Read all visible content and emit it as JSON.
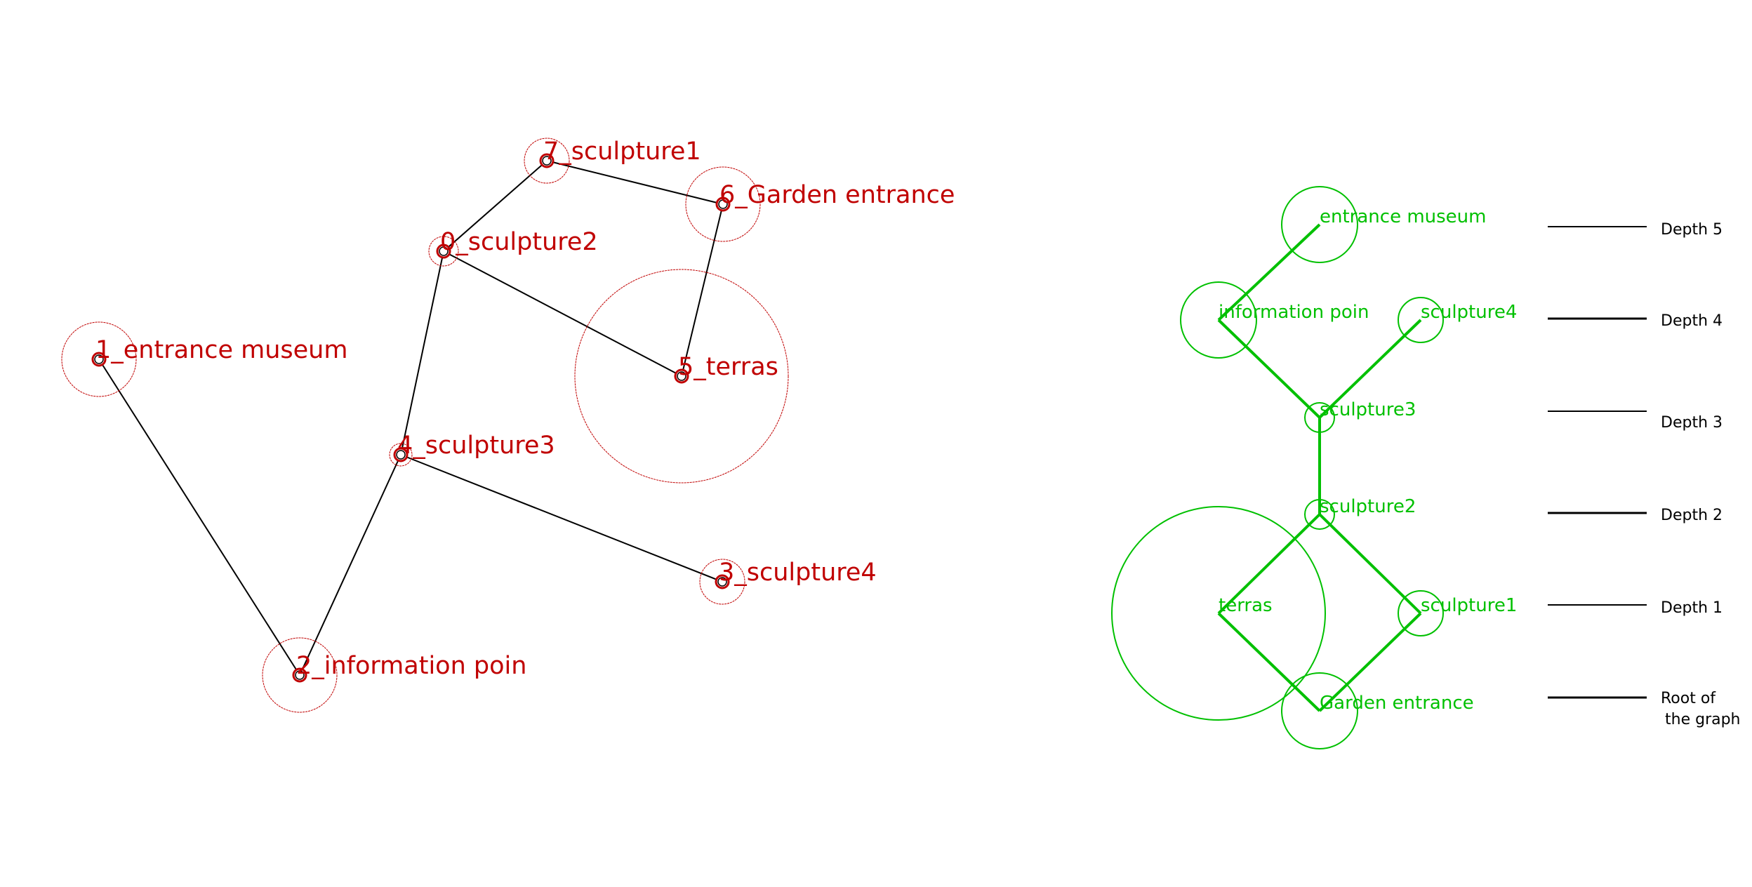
{
  "colors": {
    "spatial": "#c00000",
    "tree": "#00c000",
    "edge": "#000000"
  },
  "spatial_graph": {
    "nodes": [
      {
        "id": 0,
        "label": "0_sculpture2"
      },
      {
        "id": 1,
        "label": "1_entrance museum"
      },
      {
        "id": 2,
        "label": "2_information poin"
      },
      {
        "id": 3,
        "label": "3_sculpture4"
      },
      {
        "id": 4,
        "label": "4_sculpture3"
      },
      {
        "id": 5,
        "label": "5_terras"
      },
      {
        "id": 6,
        "label": "6_Garden entrance"
      },
      {
        "id": 7,
        "label": "7_sculpture1"
      }
    ],
    "edges": [
      [
        1,
        2
      ],
      [
        2,
        4
      ],
      [
        4,
        0
      ],
      [
        4,
        3
      ],
      [
        0,
        7
      ],
      [
        7,
        6
      ],
      [
        6,
        5
      ],
      [
        0,
        5
      ]
    ]
  },
  "tree_graph": {
    "nodes": [
      {
        "id": "ge",
        "label": "Garden entrance",
        "depth": 0
      },
      {
        "id": "terras",
        "label": "terras",
        "depth": 1
      },
      {
        "id": "s1",
        "label": "sculpture1",
        "depth": 1
      },
      {
        "id": "s2",
        "label": "sculpture2",
        "depth": 2
      },
      {
        "id": "s3",
        "label": "sculpture3",
        "depth": 3
      },
      {
        "id": "info",
        "label": "information poin",
        "depth": 4
      },
      {
        "id": "s4",
        "label": "sculpture4",
        "depth": 4
      },
      {
        "id": "em",
        "label": "entrance museum",
        "depth": 5
      }
    ],
    "edges": [
      [
        "ge",
        "terras"
      ],
      [
        "ge",
        "s1"
      ],
      [
        "terras",
        "s2"
      ],
      [
        "s1",
        "s2"
      ],
      [
        "s2",
        "s3"
      ],
      [
        "s3",
        "info"
      ],
      [
        "s3",
        "s4"
      ],
      [
        "info",
        "em"
      ]
    ]
  },
  "depth_legend": [
    {
      "label": "Depth 5"
    },
    {
      "label": "Depth 4"
    },
    {
      "label": "Depth 3"
    },
    {
      "label": "Depth 2"
    },
    {
      "label": "Depth 1"
    },
    {
      "label": "Root of",
      "label2": "the graph"
    }
  ]
}
